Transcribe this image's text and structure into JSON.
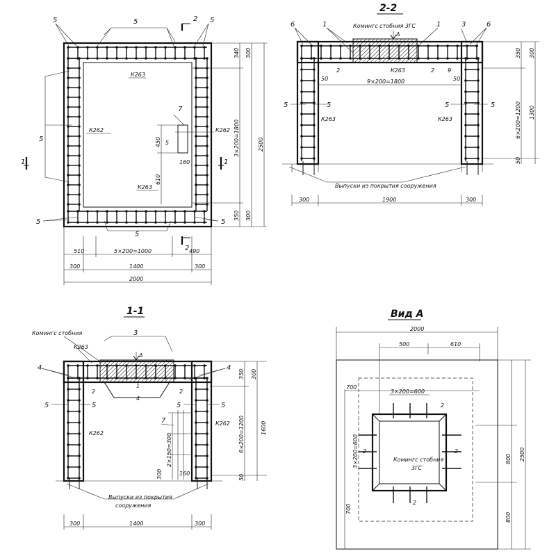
{
  "plan": {
    "title": "",
    "labels": {
      "l5_tl": "5",
      "l5_top": "5",
      "l5_tr": "5",
      "l5_left": "5",
      "l5_bl": "5",
      "l5_bottom": "5",
      "l5_br": "5",
      "k263_top": "К263",
      "k262_left": "К262",
      "k262_right": "К262",
      "k263_bottom": "К263",
      "l7": "7",
      "l5_mid": "5",
      "cut1_left": "1",
      "cut1_right": "1",
      "cut2_top": "2",
      "cut2_bottom": "2"
    },
    "dims": {
      "d340": "340",
      "d300_top": "300",
      "d3x200": "3×200=1800",
      "d2500": "2500",
      "d350": "350",
      "d300_bot": "300",
      "d450": "450",
      "d160": "160",
      "d610": "610",
      "d510": "510",
      "d5x200": "5×200=1000",
      "d490": "490",
      "d300_l": "300",
      "d1400": "1400",
      "d300_r": "300",
      "d2000": "2000"
    }
  },
  "section22": {
    "title": "2-2",
    "labels": {
      "l6_left": "6",
      "l1_left": "1",
      "note_top": "Комингс стобния 3ГС",
      "arrowA": "A",
      "l1_right": "1",
      "l3": "3",
      "l6_right": "6",
      "l2_a": "2",
      "k263_top": "К263",
      "l2_b": "2",
      "l9": "9",
      "d50_l": "50",
      "d9x200": "9×200=1800",
      "d50_r": "50",
      "l5_ol": "5",
      "l5_il": "5",
      "l5_ir": "5",
      "l5_or": "5",
      "k263_l": "К263",
      "k263_r": "К263",
      "note_bottom": "Выпуски из покрытия сооружения"
    },
    "dims": {
      "d350": "350",
      "d300": "300",
      "d6x200": "6×200=1200",
      "d1300": "1300",
      "d50": "50",
      "d300_l": "300",
      "d1900": "1900",
      "d300_r": "300"
    }
  },
  "section11": {
    "title": "1-1",
    "labels": {
      "note_top": "Комингс стобния",
      "k263": "К263",
      "l3": "3",
      "arrowA": "A",
      "l4_left": "4",
      "l4_right": "4",
      "l1": "1",
      "l4_mid": "4",
      "l2_l": "2",
      "l2_r": "2",
      "l5_ol": "5",
      "l5_il": "5",
      "l5_ir": "5",
      "l5_or": "5",
      "l7": "7",
      "k262_l": "К262",
      "k262_r": "К262",
      "d2x150": "2×150=300",
      "d160": "160",
      "d300v": "300",
      "note_bottom_1": "Выпуски из покрытия",
      "note_bottom_2": "сооружения"
    },
    "dims": {
      "d350": "350",
      "d300": "300",
      "d6x200": "6×200=1200",
      "d1600": "1600",
      "d50": "50",
      "d300_l": "300",
      "d1400": "1400",
      "d300_r": "300"
    }
  },
  "viewA": {
    "title": "Вид А",
    "labels": {
      "d2000": "2000",
      "d500": "500",
      "d610": "610",
      "d700": "700",
      "d3x200": "3×200=600",
      "l2_top": "2",
      "l2_left": "2",
      "l2_right": "2",
      "l2_bottom": "2",
      "d3x200v": "3×200=600",
      "note_1": "Комингс стобния",
      "note_2": "3ГС",
      "d800": "800",
      "d2500": "2500",
      "d800b": "800",
      "d700b": "700"
    }
  }
}
